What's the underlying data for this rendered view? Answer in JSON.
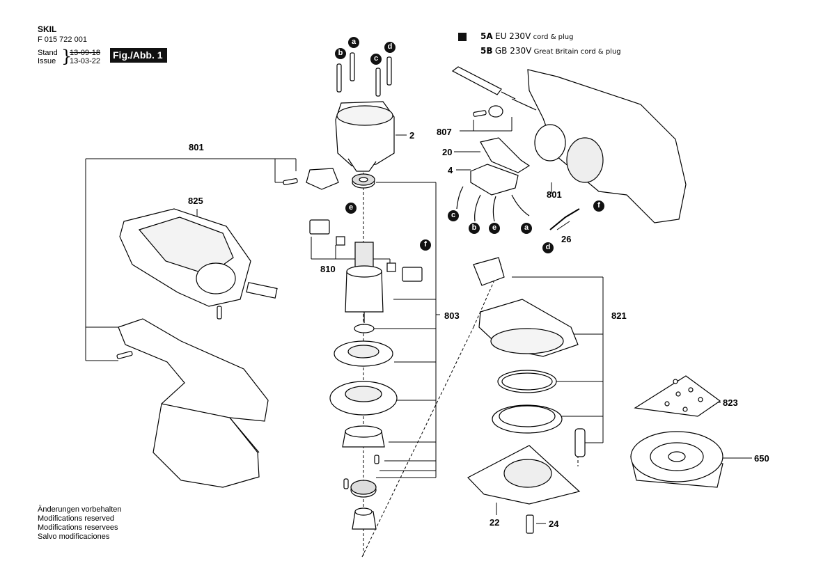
{
  "header": {
    "brand": "SKIL",
    "part_number": "F 015 722 001",
    "stand_label": "Stand",
    "issue_label": "Issue",
    "stand_date": "13-09-18",
    "issue_date": "13-03-22",
    "figure": "Fig./Abb. 1"
  },
  "legend": [
    {
      "code": "5A",
      "voltage": "EU 230V",
      "desc": "cord & plug"
    },
    {
      "code": "5B",
      "voltage": "GB 230V",
      "desc": "Great Britain cord & plug"
    }
  ],
  "notes": [
    "Änderungen vorbehalten",
    "Modifications reserved",
    "Modifications reservees",
    "Salvo modificaciones"
  ],
  "parts": {
    "p801": "801",
    "p825": "825",
    "p810": "810",
    "p803": "803",
    "p2": "2",
    "p807": "807",
    "p20": "20",
    "p4": "4",
    "p801b": "801",
    "p26": "26",
    "p821": "821",
    "p823": "823",
    "p650": "650",
    "p22": "22",
    "p24": "24"
  },
  "wire_labels": {
    "top_b": "b",
    "top_a": "a",
    "top_c": "c",
    "top_d": "d",
    "e_810": "e",
    "f_803": "f",
    "sw_c": "c",
    "sw_b": "b",
    "sw_e": "e",
    "sw_a": "a",
    "r_f": "f",
    "r_d": "d"
  }
}
